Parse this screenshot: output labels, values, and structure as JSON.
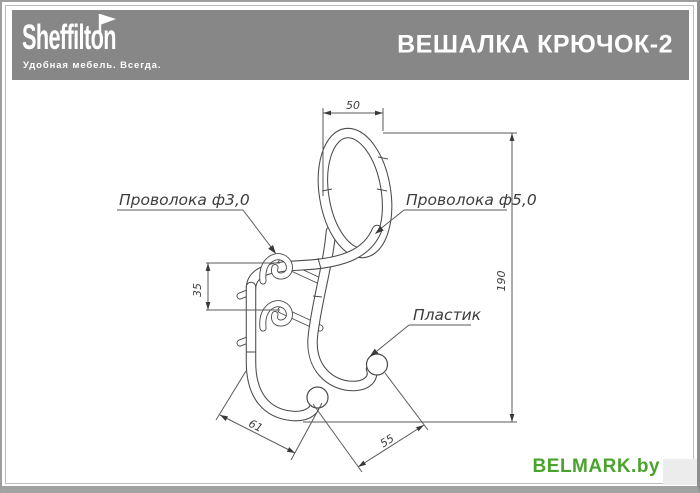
{
  "header": {
    "logo": {
      "name": "Sheffilton",
      "tagline": "Удобная мебель. Всегда."
    },
    "title": "ВЕШАЛКА КРЮЧОК-2"
  },
  "drawing": {
    "labels": {
      "wire_thin": "Проволока ф3,0",
      "wire_thick": "Проволока ф5,0",
      "plastic": "Пластик"
    },
    "dimensions": {
      "top_width": "50",
      "clip_spacing": "35",
      "total_height": "190",
      "bottom_left": "61",
      "bottom_right": "55"
    }
  },
  "watermark": {
    "text": "BELMARK.by"
  },
  "colors": {
    "banner_gray": "#878787",
    "drawing_line": "#4a4a4a",
    "watermark_green": "#4aa32d",
    "frame_gray": "#9e9e9e"
  }
}
